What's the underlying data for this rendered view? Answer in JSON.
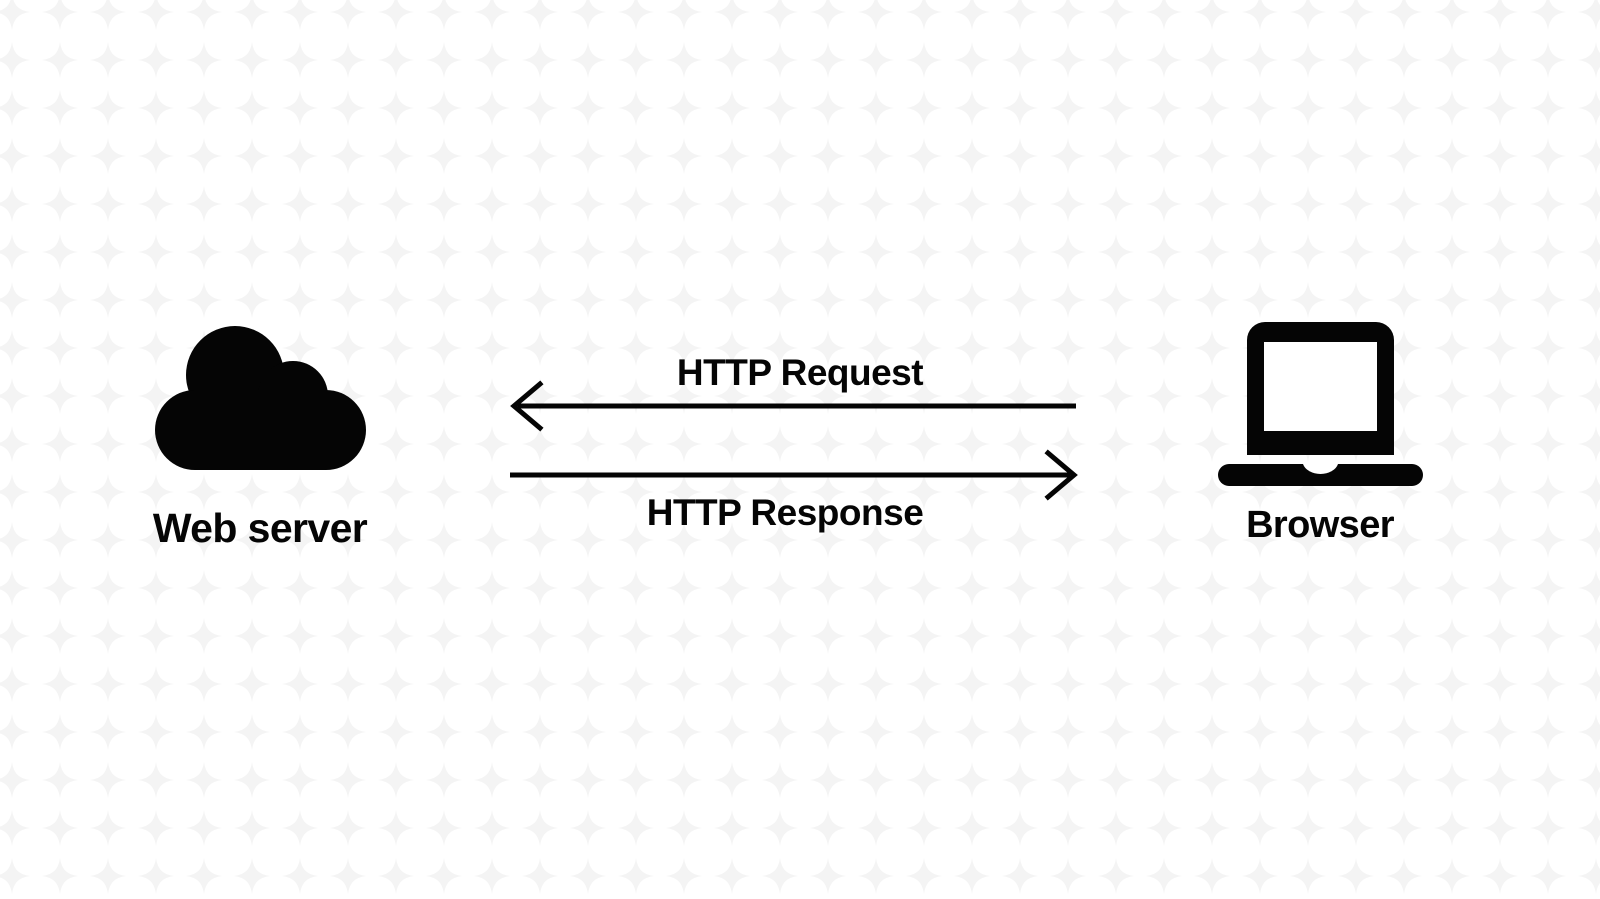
{
  "diagram": {
    "title": "HTTP Request / HTTP Response between Web server and Browser",
    "background": {
      "color": "#ffffff",
      "pattern_icon": "four-pointed-star-pattern",
      "pattern_color": "#f4f4f4",
      "pattern_spacing": 48
    },
    "ink_color": "#050505",
    "nodes": [
      {
        "id": "web-server",
        "label": "Web server",
        "icon": "cloud-icon",
        "icon_color": "#050505"
      },
      {
        "id": "browser",
        "label": "Browser",
        "icon": "laptop-icon",
        "icon_color": "#050505"
      }
    ],
    "flows": [
      {
        "id": "http-request",
        "label": "HTTP Request",
        "direction": "browser-to-web-server",
        "arrowhead": "left",
        "line_color": "#050505"
      },
      {
        "id": "http-response",
        "label": "HTTP Response",
        "direction": "web-server-to-browser",
        "arrowhead": "right",
        "line_color": "#050505"
      }
    ]
  }
}
